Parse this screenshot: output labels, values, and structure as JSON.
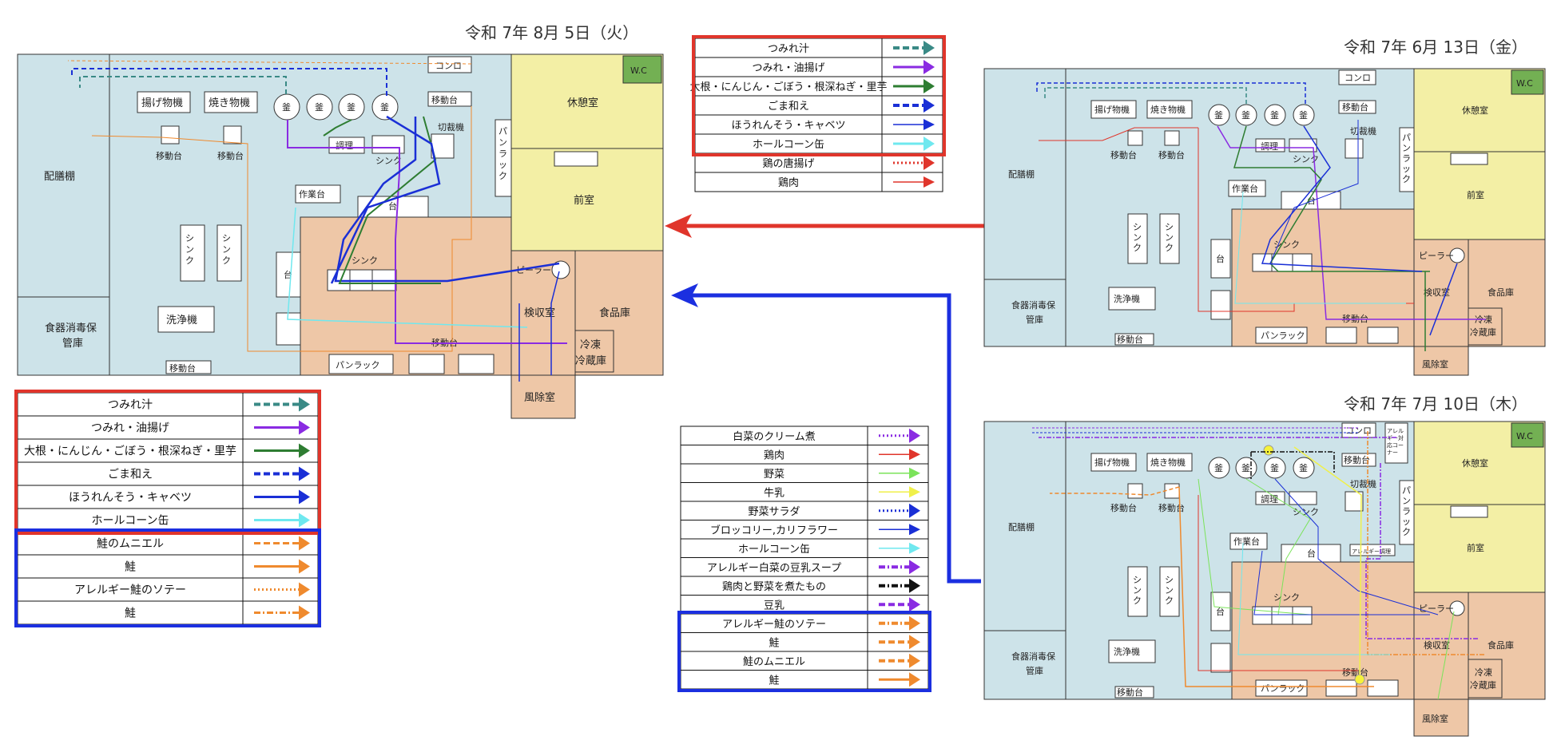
{
  "colors": {
    "kitchen_blue": "#cde3e9",
    "prep_orange": "#eec7a7",
    "rest_yellow": "#f3efa5",
    "wc_green": "#73b053",
    "red_group": "#e0352b",
    "blue_group": "#1b2fe0",
    "big_red_arrow": "#e0352b",
    "big_blue_arrow": "#1b2fe0"
  },
  "plan_main": {
    "date": "令和 7年 8月  5日（火）",
    "rooms": {
      "haizen": "配膳棚",
      "shokki": "食器消毒保管庫",
      "kyukei": "休憩室",
      "zenshitsu": "前室",
      "wc": "W.C",
      "kenshu": "検収室",
      "shokuhin": "食品庫",
      "fujo": "風除室",
      "reito": "冷凍冷蔵庫"
    },
    "items": {
      "agemono": "揚げ物機",
      "yakimono": "焼き物機",
      "konro": "コンロ",
      "idoudai": "移動台",
      "kama": "釜",
      "chori": "調理",
      "sink": "シンク",
      "setsusai": "切裁機",
      "panrack_v": "パンラック",
      "sagyoudai": "作業台",
      "dai": "台",
      "senjouki": "洗浄機",
      "peeler": "ピーラー",
      "panrack": "パンラック"
    }
  },
  "plan_june": {
    "date": "令和 7年 6月 13日（金）"
  },
  "plan_july": {
    "date": "令和 7年 7月 10日（木）",
    "allergy_corner": "アレルギー対応コーナー",
    "allergy_label": "アレルギー調理"
  },
  "legend_top": {
    "rows": [
      {
        "label": "つみれ汁",
        "color": "#3a8a86",
        "style": "dashed-thick",
        "group": "red"
      },
      {
        "label": "つみれ・油揚げ",
        "color": "#8a2be2",
        "style": "solid",
        "group": "red"
      },
      {
        "label": "大根・にんじん・ごぼう・根深ねぎ・里芋",
        "color": "#2e7d32",
        "style": "solid",
        "group": "red"
      },
      {
        "label": "ごま和え",
        "color": "#1a2fd6",
        "style": "dashed-thick",
        "group": "red"
      },
      {
        "label": "ほうれんそう・キャベツ",
        "color": "#1a2fd6",
        "style": "solid-thin",
        "group": "red"
      },
      {
        "label": "ホールコーン缶",
        "color": "#6fe8ef",
        "style": "solid",
        "group": "red"
      },
      {
        "label": "鶏の唐揚げ",
        "color": "#e0352b",
        "style": "dotted",
        "group": "none"
      },
      {
        "label": "鶏肉",
        "color": "#e0352b",
        "style": "solid-thin",
        "group": "none"
      }
    ]
  },
  "legend_left": {
    "rows": [
      {
        "label": "つみれ汁",
        "color": "#3a8a86",
        "style": "dashed-thick",
        "group": "red"
      },
      {
        "label": "つみれ・油揚げ",
        "color": "#8a2be2",
        "style": "solid",
        "group": "red"
      },
      {
        "label": "大根・にんじん・ごぼう・根深ねぎ・里芋",
        "color": "#2e7d32",
        "style": "solid",
        "group": "red"
      },
      {
        "label": "ごま和え",
        "color": "#1a2fd6",
        "style": "dashed-thick",
        "group": "red"
      },
      {
        "label": "ほうれんそう・キャベツ",
        "color": "#1a2fd6",
        "style": "solid",
        "group": "red"
      },
      {
        "label": "ホールコーン缶",
        "color": "#6fe8ef",
        "style": "solid",
        "group": "red"
      },
      {
        "label": "鮭のムニエル",
        "color": "#ef8a2e",
        "style": "dashed",
        "group": "blue"
      },
      {
        "label": "鮭",
        "color": "#ef8a2e",
        "style": "solid",
        "group": "blue"
      },
      {
        "label": "アレルギー鮭のソテー",
        "color": "#ef8a2e",
        "style": "dotted",
        "group": "blue"
      },
      {
        "label": "鮭",
        "color": "#ef8a2e",
        "style": "dashdot",
        "group": "blue"
      }
    ]
  },
  "legend_mid": {
    "rows": [
      {
        "label": "白菜のクリーム煮",
        "color": "#8a2be2",
        "style": "dotted",
        "group": "none"
      },
      {
        "label": "鶏肉",
        "color": "#e0352b",
        "style": "solid-thin",
        "group": "none"
      },
      {
        "label": "野菜",
        "color": "#7be35a",
        "style": "solid-thin",
        "group": "none"
      },
      {
        "label": "牛乳",
        "color": "#f0f04a",
        "style": "solid-thin",
        "group": "none"
      },
      {
        "label": "野菜サラダ",
        "color": "#1a2fd6",
        "style": "dotted",
        "group": "none"
      },
      {
        "label": "ブロッコリー,カリフラワー",
        "color": "#1a2fd6",
        "style": "solid-thin",
        "group": "none"
      },
      {
        "label": "ホールコーン缶",
        "color": "#6fe8ef",
        "style": "solid-thin",
        "group": "none"
      },
      {
        "label": "アレルギー白菜の豆乳スープ",
        "color": "#8a2be2",
        "style": "dashdot-thick",
        "group": "none"
      },
      {
        "label": "鶏肉と野菜を煮たもの",
        "color": "#111111",
        "style": "dashdot-thick",
        "group": "none"
      },
      {
        "label": "豆乳",
        "color": "#8a2be2",
        "style": "dashed-thick",
        "group": "none"
      },
      {
        "label": "アレルギー鮭のソテー",
        "color": "#ef8a2e",
        "style": "dashdot-thick",
        "group": "blue"
      },
      {
        "label": "鮭",
        "color": "#ef8a2e",
        "style": "dashed-thick",
        "group": "blue"
      },
      {
        "label": "鮭のムニエル",
        "color": "#ef8a2e",
        "style": "dashed-thick",
        "group": "blue"
      },
      {
        "label": "鮭",
        "color": "#ef8a2e",
        "style": "solid",
        "group": "blue"
      }
    ]
  }
}
